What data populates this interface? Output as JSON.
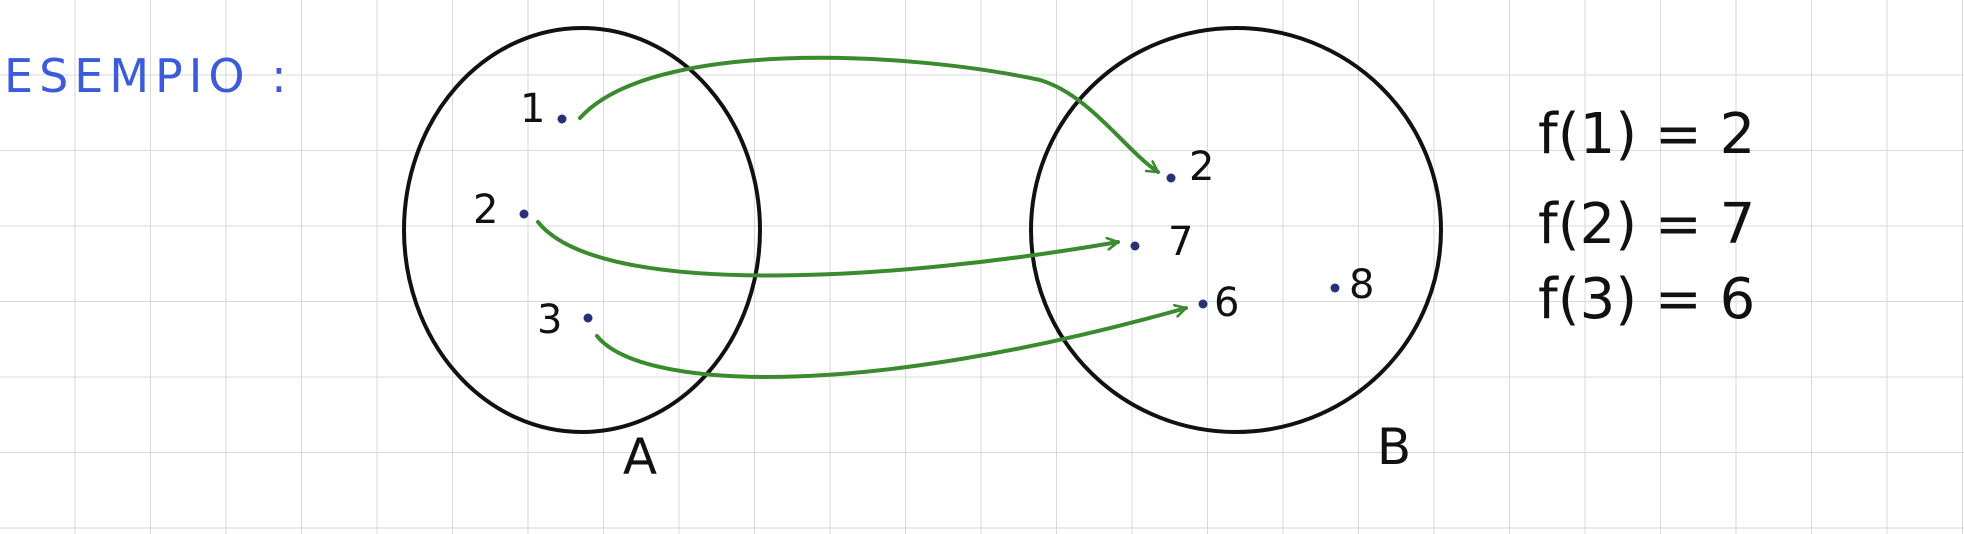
{
  "heading": "ESEMPIO :",
  "set_a": {
    "label": "A",
    "elements": [
      "1",
      "2",
      "3"
    ]
  },
  "set_b": {
    "label": "B",
    "elements": [
      "2",
      "7",
      "6",
      "8"
    ]
  },
  "mappings": [
    {
      "from": "1",
      "to": "2"
    },
    {
      "from": "2",
      "to": "7"
    },
    {
      "from": "3",
      "to": "6"
    }
  ],
  "equations": [
    "f(1) = 2",
    "f(2) = 7",
    "f(3) = 6"
  ],
  "colors": {
    "heading": "#3b5bdb",
    "arrows": "#3a8a2e",
    "points": "#2a2f7a",
    "ink": "#111111",
    "grid": "#d9d9d9"
  }
}
